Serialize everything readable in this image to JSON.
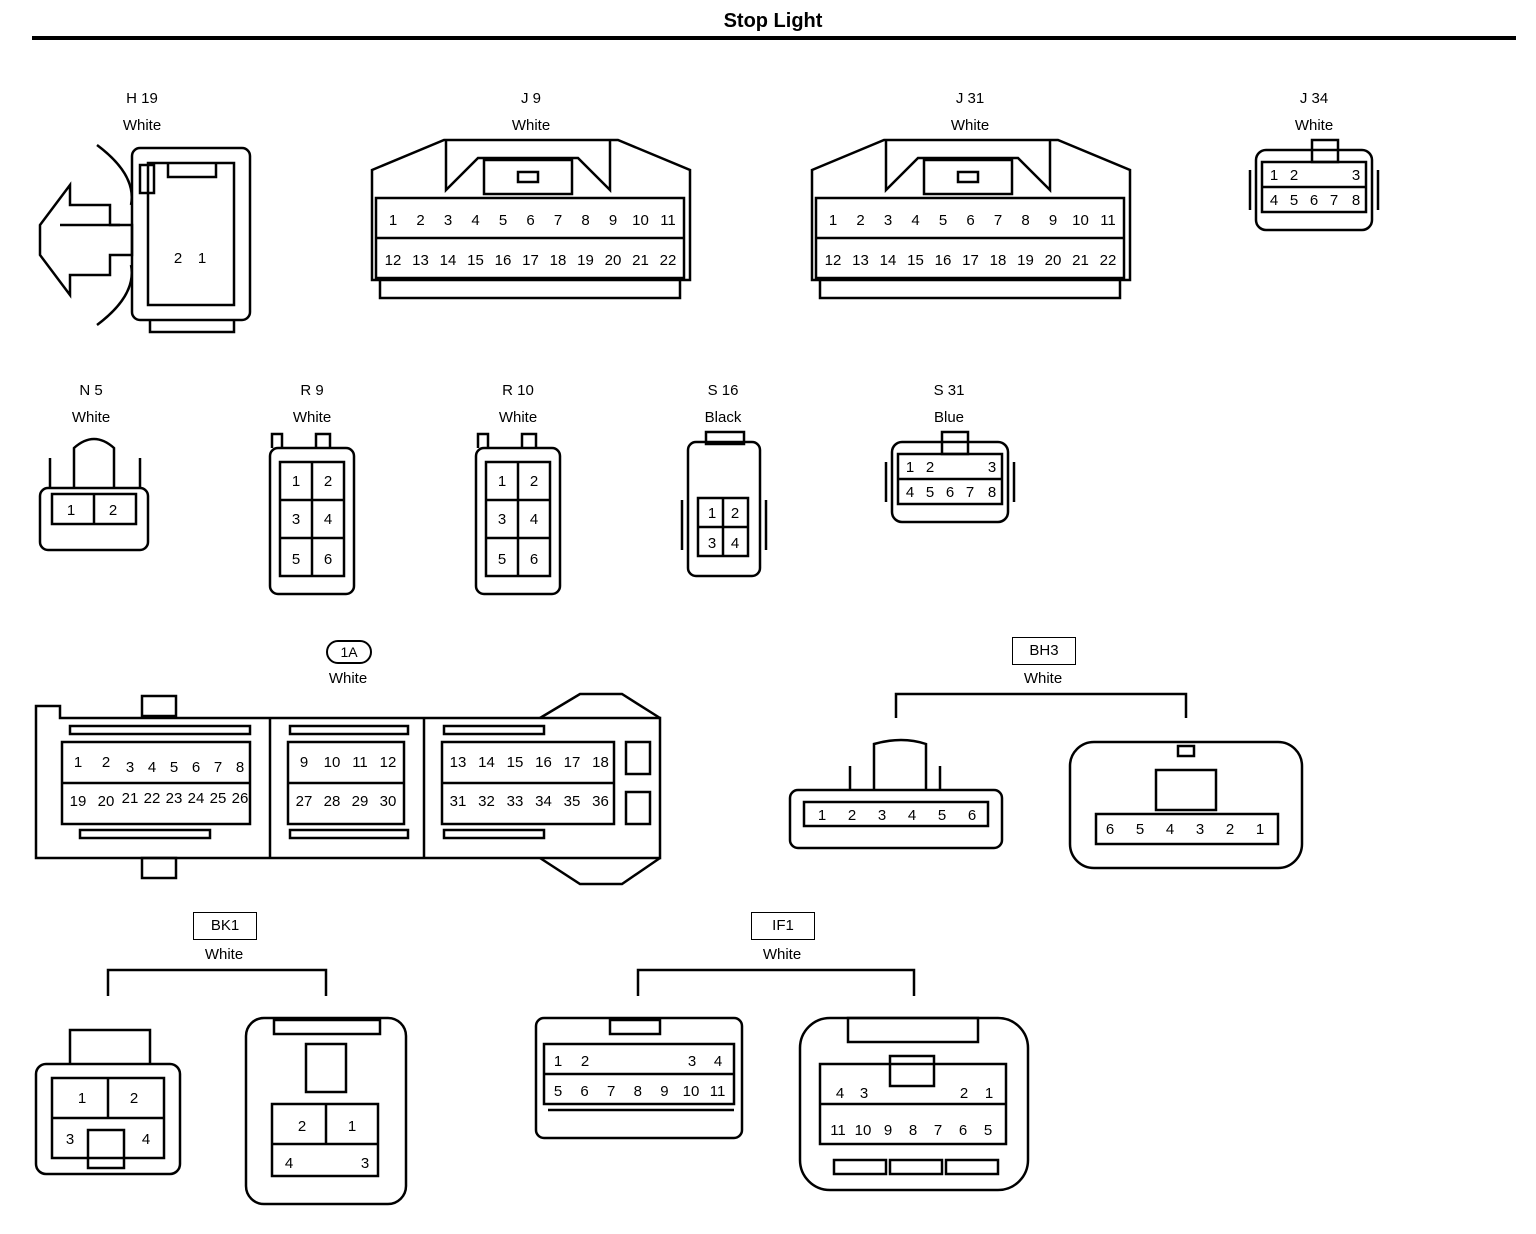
{
  "title": "Stop Light",
  "connectors": {
    "H19": {
      "code": "H 19",
      "color": "White",
      "pins": [
        "2",
        "1"
      ]
    },
    "J9": {
      "code": "J 9",
      "color": "White",
      "pins": [
        "1",
        "2",
        "3",
        "4",
        "5",
        "6",
        "7",
        "8",
        "9",
        "10",
        "11",
        "12",
        "13",
        "14",
        "15",
        "16",
        "17",
        "18",
        "19",
        "20",
        "21",
        "22"
      ]
    },
    "J31": {
      "code": "J 31",
      "color": "White",
      "pins": [
        "1",
        "2",
        "3",
        "4",
        "5",
        "6",
        "7",
        "8",
        "9",
        "10",
        "11",
        "12",
        "13",
        "14",
        "15",
        "16",
        "17",
        "18",
        "19",
        "20",
        "21",
        "22"
      ]
    },
    "J34": {
      "code": "J 34",
      "color": "White",
      "pins": [
        "1",
        "2",
        "3",
        "4",
        "5",
        "6",
        "7",
        "8"
      ]
    },
    "N5": {
      "code": "N 5",
      "color": "White",
      "pins": [
        "1",
        "2"
      ]
    },
    "R9": {
      "code": "R 9",
      "color": "White",
      "pins": [
        "1",
        "2",
        "3",
        "4",
        "5",
        "6"
      ]
    },
    "R10": {
      "code": "R 10",
      "color": "White",
      "pins": [
        "1",
        "2",
        "3",
        "4",
        "5",
        "6"
      ]
    },
    "S16": {
      "code": "S 16",
      "color": "Black",
      "pins": [
        "1",
        "2",
        "3",
        "4"
      ]
    },
    "S31": {
      "code": "S 31",
      "color": "Blue",
      "pins": [
        "1",
        "2",
        "3",
        "4",
        "5",
        "6",
        "7",
        "8"
      ]
    },
    "1A": {
      "code": "1A",
      "color": "White",
      "pins": [
        "1",
        "2",
        "3",
        "4",
        "5",
        "6",
        "7",
        "8",
        "19",
        "20",
        "21",
        "22",
        "23",
        "24",
        "25",
        "26",
        "9",
        "10",
        "11",
        "12",
        "27",
        "28",
        "29",
        "30",
        "13",
        "14",
        "15",
        "16",
        "17",
        "18",
        "31",
        "32",
        "33",
        "34",
        "35",
        "36"
      ]
    },
    "BH3": {
      "code": "BH3",
      "color": "White",
      "pins_left": [
        "1",
        "2",
        "3",
        "4",
        "5",
        "6"
      ],
      "pins_right": [
        "6",
        "5",
        "4",
        "3",
        "2",
        "1"
      ]
    },
    "BK1": {
      "code": "BK1",
      "color": "White",
      "pins_left": [
        "1",
        "2",
        "3",
        "4"
      ],
      "pins_right": [
        "2",
        "1",
        "4",
        "3"
      ]
    },
    "IF1": {
      "code": "IF1",
      "color": "White",
      "pins_left": [
        "1",
        "2",
        "3",
        "4",
        "5",
        "6",
        "7",
        "8",
        "9",
        "10",
        "11"
      ],
      "pins_right": [
        "4",
        "3",
        "2",
        "1",
        "11",
        "10",
        "9",
        "8",
        "7",
        "6",
        "5"
      ]
    }
  }
}
